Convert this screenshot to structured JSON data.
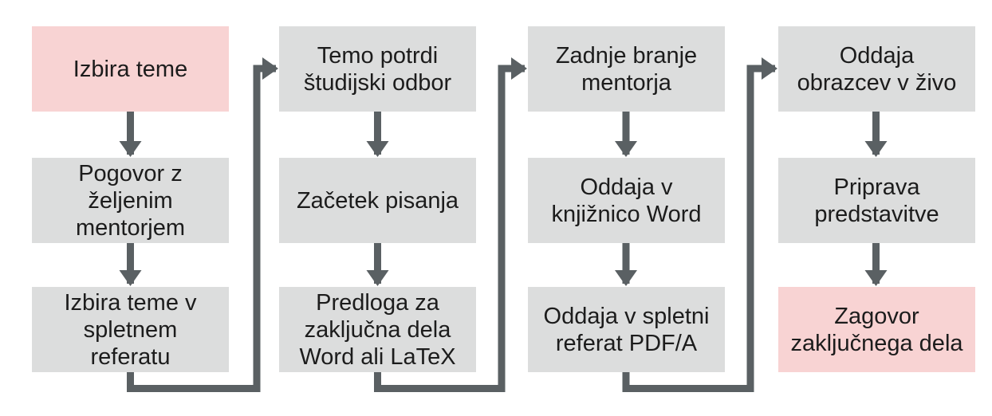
{
  "flow": {
    "columns": [
      {
        "steps": [
          {
            "label": "Izbira teme",
            "highlight": true
          },
          {
            "label": "Pogovor z\nželjenim\nmentorjem",
            "highlight": false
          },
          {
            "label": "Izbira teme v\nspletnem\nreferatu",
            "highlight": false
          }
        ]
      },
      {
        "steps": [
          {
            "label": "Temo potrdi\nštudijski odbor",
            "highlight": false
          },
          {
            "label": "Začetek pisanja",
            "highlight": false
          },
          {
            "label": "Predloga za\nzaključna dela\nWord ali LaTeX",
            "highlight": false
          }
        ]
      },
      {
        "steps": [
          {
            "label": "Zadnje branje\nmentorja",
            "highlight": false
          },
          {
            "label": "Oddaja v\nknjižnico Word",
            "highlight": false
          },
          {
            "label": "Oddaja v spletni\nreferat PDF/A",
            "highlight": false
          }
        ]
      },
      {
        "steps": [
          {
            "label": "Oddaja\nobrazcev v živo",
            "highlight": false
          },
          {
            "label": "Priprava\npredstavitve",
            "highlight": false
          },
          {
            "label": "Zagovor\nzaključnega dela",
            "highlight": true
          }
        ]
      }
    ],
    "colors": {
      "box_fill": "#dcdddd",
      "highlight_fill": "#f8d3d3",
      "arrow": "#5a6063",
      "text": "#1c1c1c",
      "background": "#ffffff"
    }
  }
}
